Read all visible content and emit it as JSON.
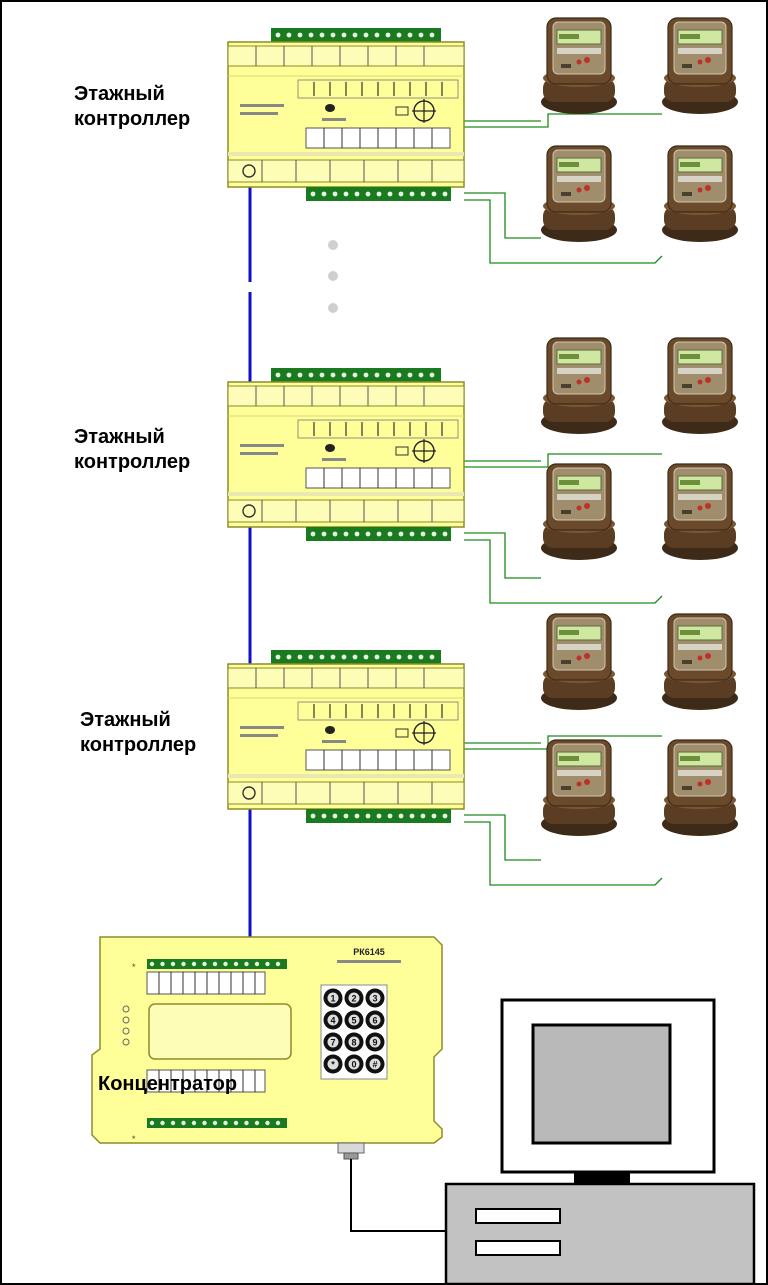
{
  "labels": {
    "floor_controller": "Этажный\nконтроллер",
    "concentrator": "Концентратор",
    "concentrator_model": "РК6145"
  },
  "colors": {
    "bus": "#1010c8",
    "meter_wire": "#1c8a1c",
    "device_body": "#ffff99",
    "device_border": "#8c8c28",
    "terminal_green": "#1a7a20",
    "monitor_screen": "#b9b9b9",
    "pc_body": "#c2c2c2",
    "meter_body": "#6a4a2a"
  },
  "icons": {
    "floor_controller": "din-rail-controller-icon",
    "meter": "electricity-meter-icon",
    "concentrator": "concentrator-keypad-icon",
    "computer": "desktop-computer-icon"
  },
  "concentrator_keys": [
    "1",
    "2",
    "3",
    "4",
    "5",
    "6",
    "7",
    "8",
    "9",
    "*",
    "0",
    "#"
  ]
}
